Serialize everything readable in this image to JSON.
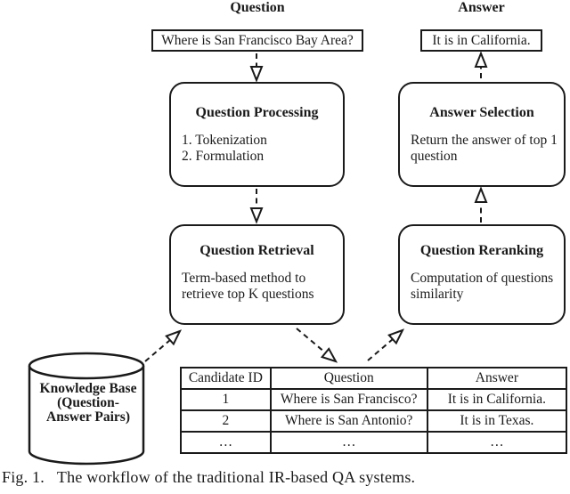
{
  "diagram": {
    "io": {
      "question_label": "Question",
      "answer_label": "Answer",
      "question_value": "Where is San Francisco Bay Area?",
      "answer_value": "It is in California."
    },
    "nodes": {
      "question_processing": {
        "title": "Question Processing",
        "items": [
          "1. Tokenization",
          "2. Formulation"
        ]
      },
      "answer_selection": {
        "title": "Answer Selection",
        "body": "Return the answer of top 1 question"
      },
      "question_retrieval": {
        "title": "Question Retrieval",
        "body": "Term-based method to retrieve top K questions"
      },
      "question_reranking": {
        "title": "Question Reranking",
        "body": "Computation of questions similarity"
      }
    },
    "knowledge_base": {
      "label_lines": [
        "Knowledge Base",
        "(Question-",
        "Answer Pairs)"
      ]
    },
    "table": {
      "headers": [
        "Candidate ID",
        "Question",
        "Answer"
      ],
      "rows": [
        [
          "1",
          "Where is San Francisco?",
          "It is in California."
        ],
        [
          "2",
          "Where is San Antonio?",
          "It is in Texas."
        ],
        [
          "…",
          "…",
          "…"
        ]
      ]
    },
    "caption": {
      "prefix": "Fig. 1.",
      "text": "The workflow of the traditional IR-based QA systems."
    },
    "colors": {
      "ink": "#1a1a1a",
      "background": "#ffffff"
    }
  }
}
